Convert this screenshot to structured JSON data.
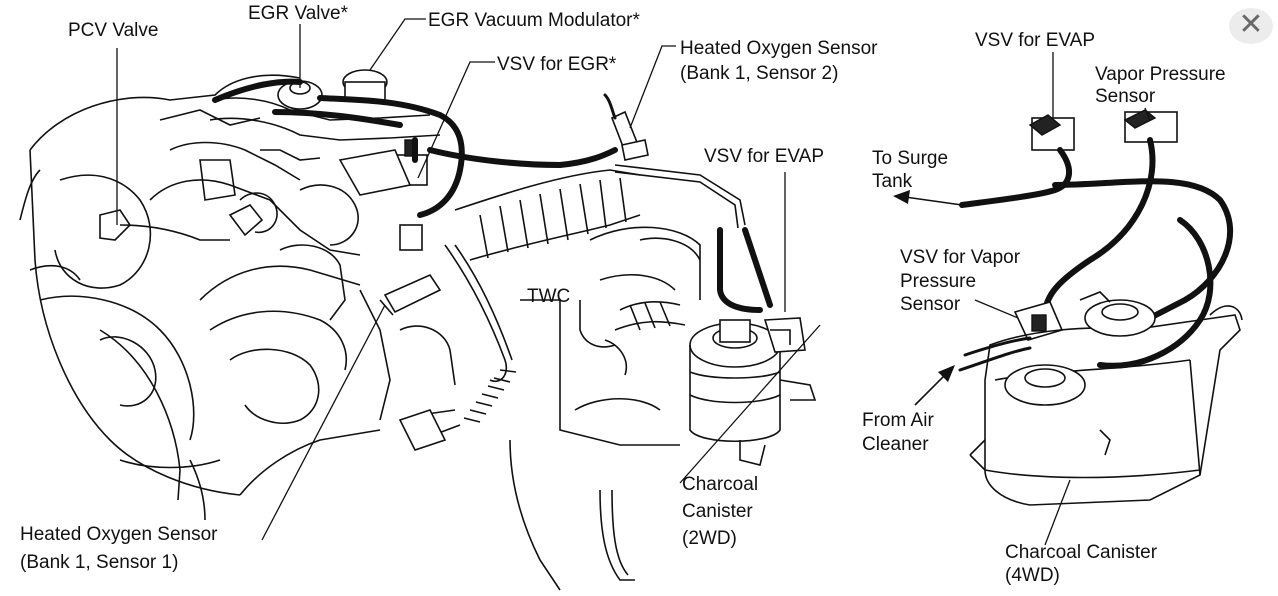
{
  "labels": {
    "pcv_valve": "PCV Valve",
    "egr_valve": "EGR Valve*",
    "egr_vacuum_modulator": "EGR Vacuum Modulator*",
    "vsv_for_egr": "VSV for EGR*",
    "heated_o2_b1s2_line1": "Heated Oxygen Sensor",
    "heated_o2_b1s2_line2": "(Bank 1, Sensor 2)",
    "vsv_for_evap_engine": "VSV for EVAP",
    "twc": "TWC",
    "heated_o2_b1s1_line1": "Heated Oxygen Sensor",
    "heated_o2_b1s1_line2": "(Bank 1, Sensor 1)",
    "charcoal_2wd_line1": "Charcoal",
    "charcoal_2wd_line2": "Canister",
    "charcoal_2wd_line3": "(2WD)",
    "vsv_for_evap_4wd": "VSV for EVAP",
    "vapor_pressure_sensor_line1": "Vapor Pressure",
    "vapor_pressure_sensor_line2": "Sensor",
    "to_surge_tank_line1": "To Surge",
    "to_surge_tank_line2": "Tank",
    "vsv_vapor_pressure_line1": "VSV for Vapor",
    "vsv_vapor_pressure_line2": "Pressure",
    "vsv_vapor_pressure_line3": "Sensor",
    "from_air_cleaner_line1": "From Air",
    "from_air_cleaner_line2": "Cleaner",
    "charcoal_4wd_line1": "Charcoal Canister",
    "charcoal_4wd_line2": "(4WD)"
  },
  "viewer": {
    "close_glyph": "✕"
  },
  "icons": {
    "close": "close-icon"
  }
}
